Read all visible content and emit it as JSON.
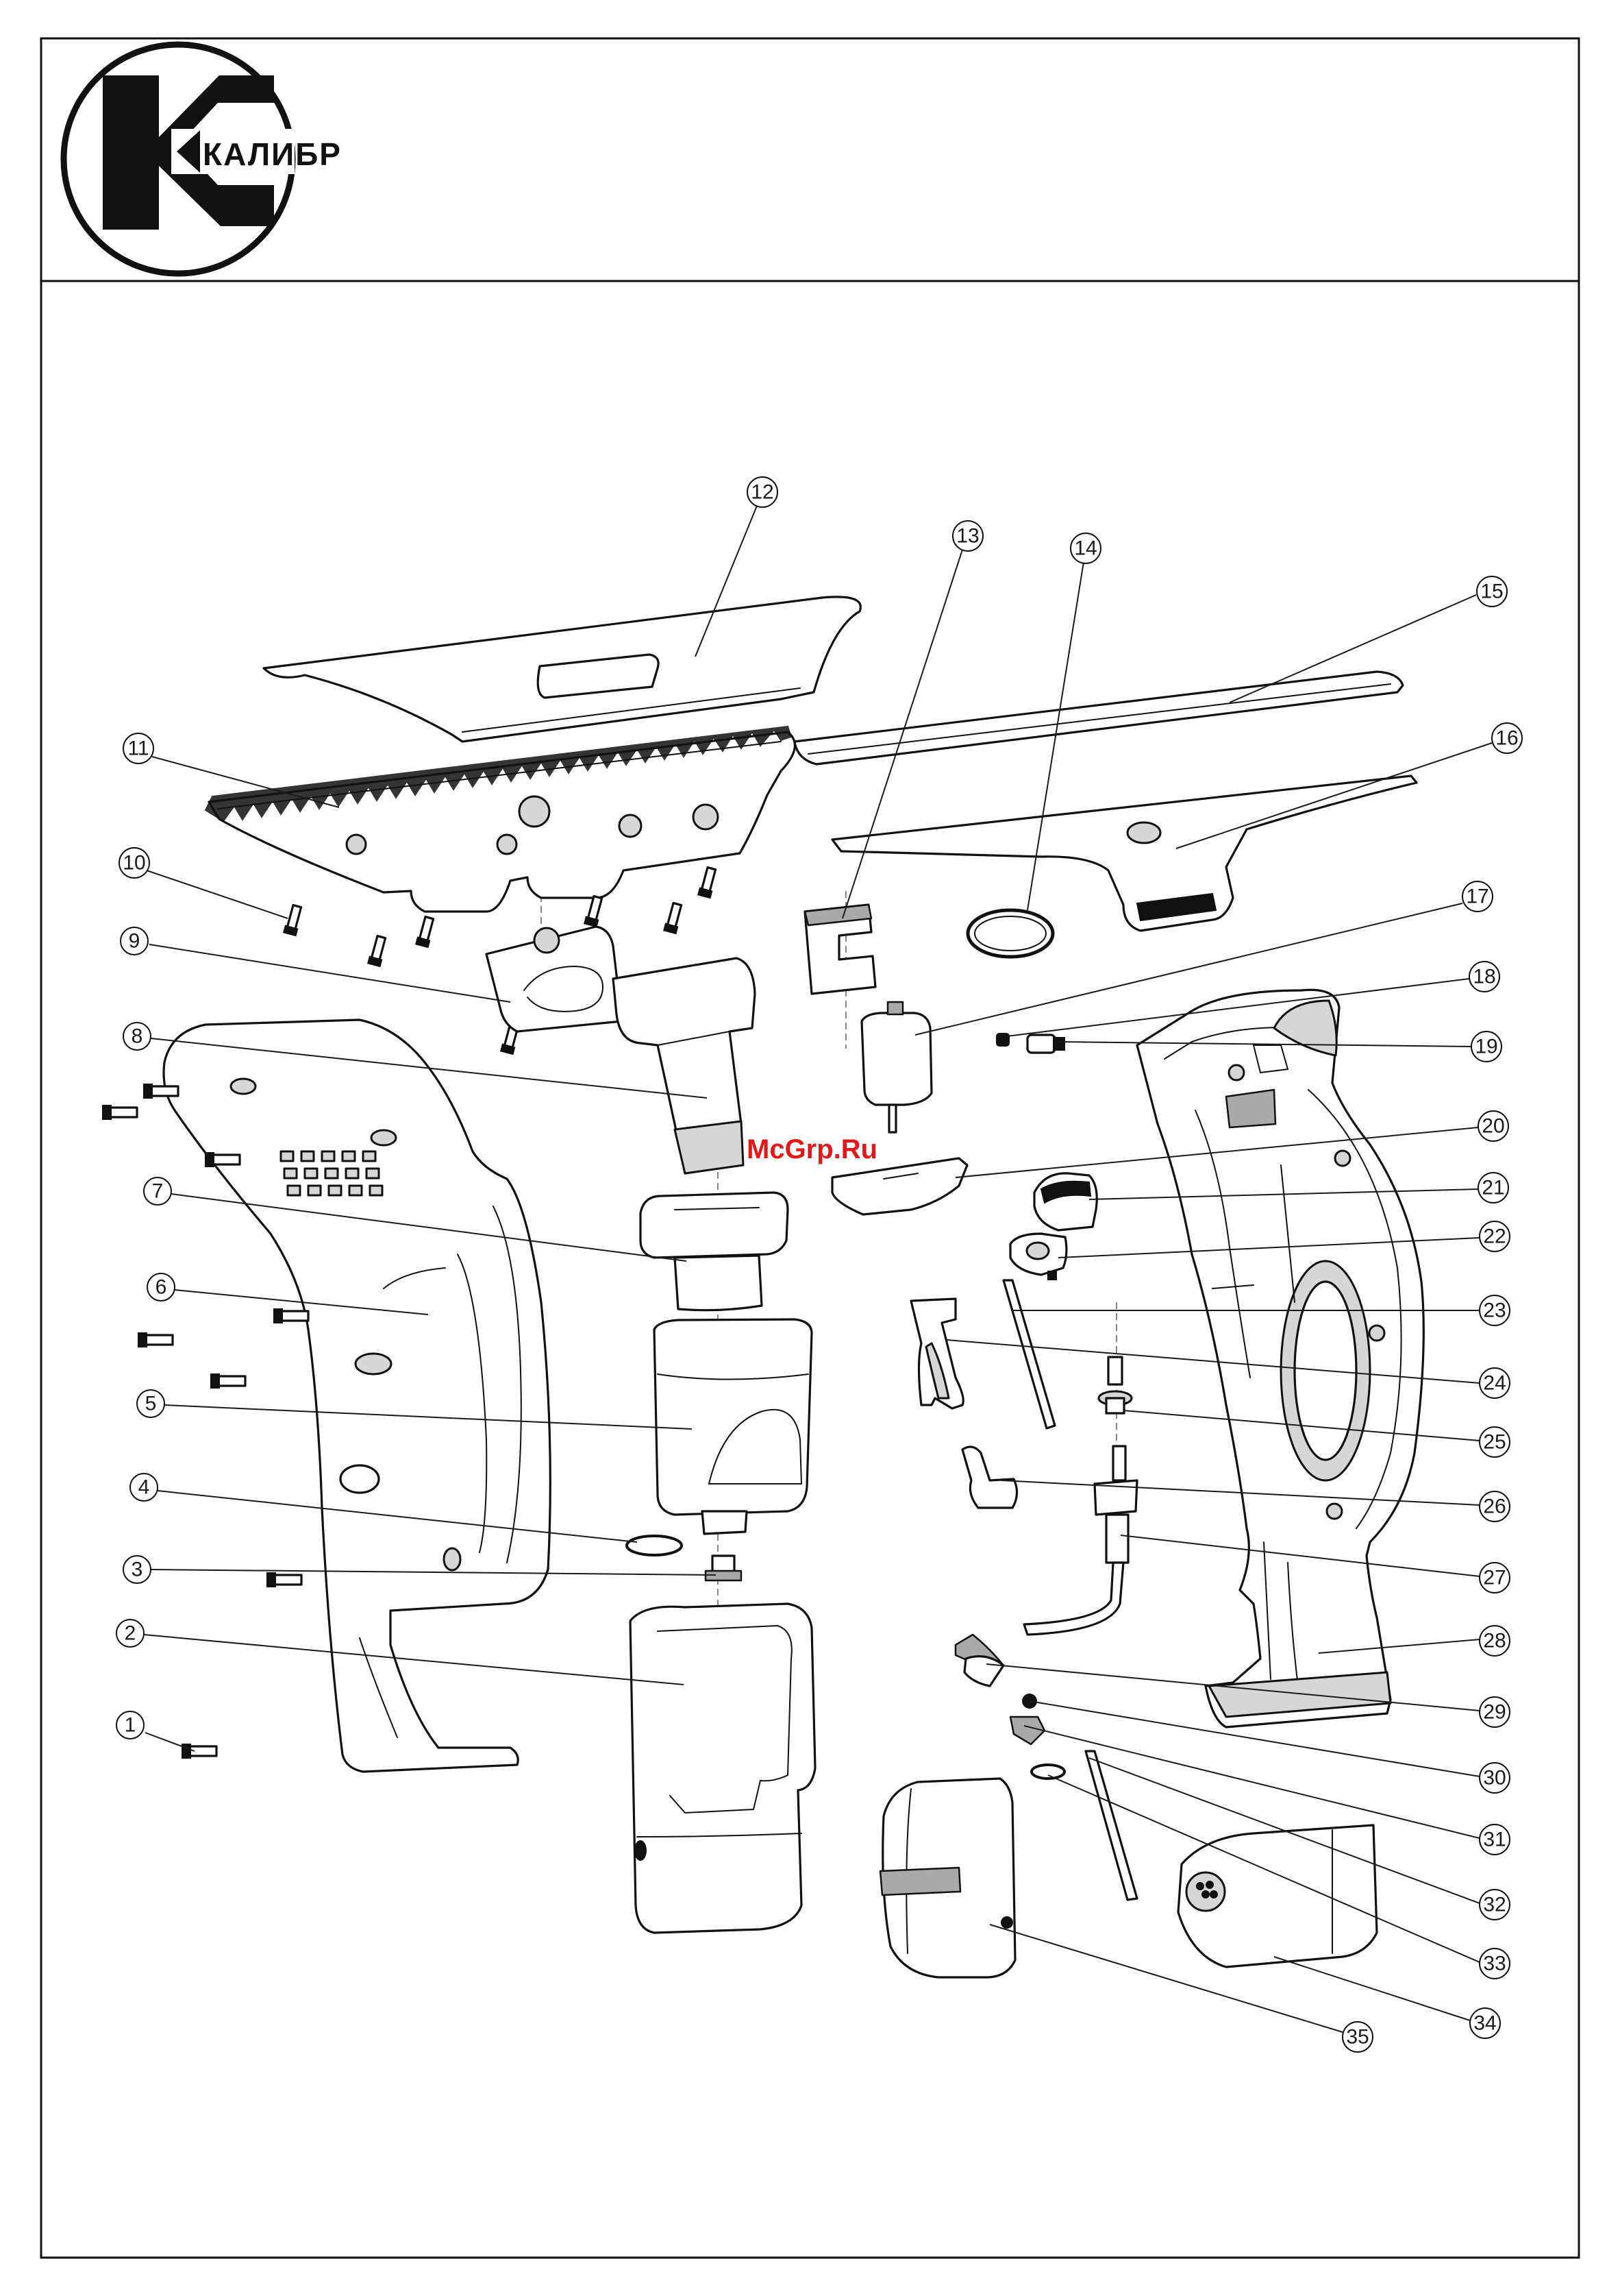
{
  "brand": {
    "logo_text": "КАЛИБР"
  },
  "watermark": "McGrp.Ru",
  "callouts": [
    "1",
    "2",
    "3",
    "4",
    "5",
    "6",
    "7",
    "8",
    "9",
    "10",
    "11",
    "12",
    "13",
    "14",
    "15",
    "16",
    "17",
    "18",
    "19",
    "20",
    "21",
    "22",
    "23",
    "24",
    "25",
    "26",
    "27",
    "28",
    "29",
    "30",
    "31",
    "32",
    "33",
    "34",
    "35"
  ]
}
